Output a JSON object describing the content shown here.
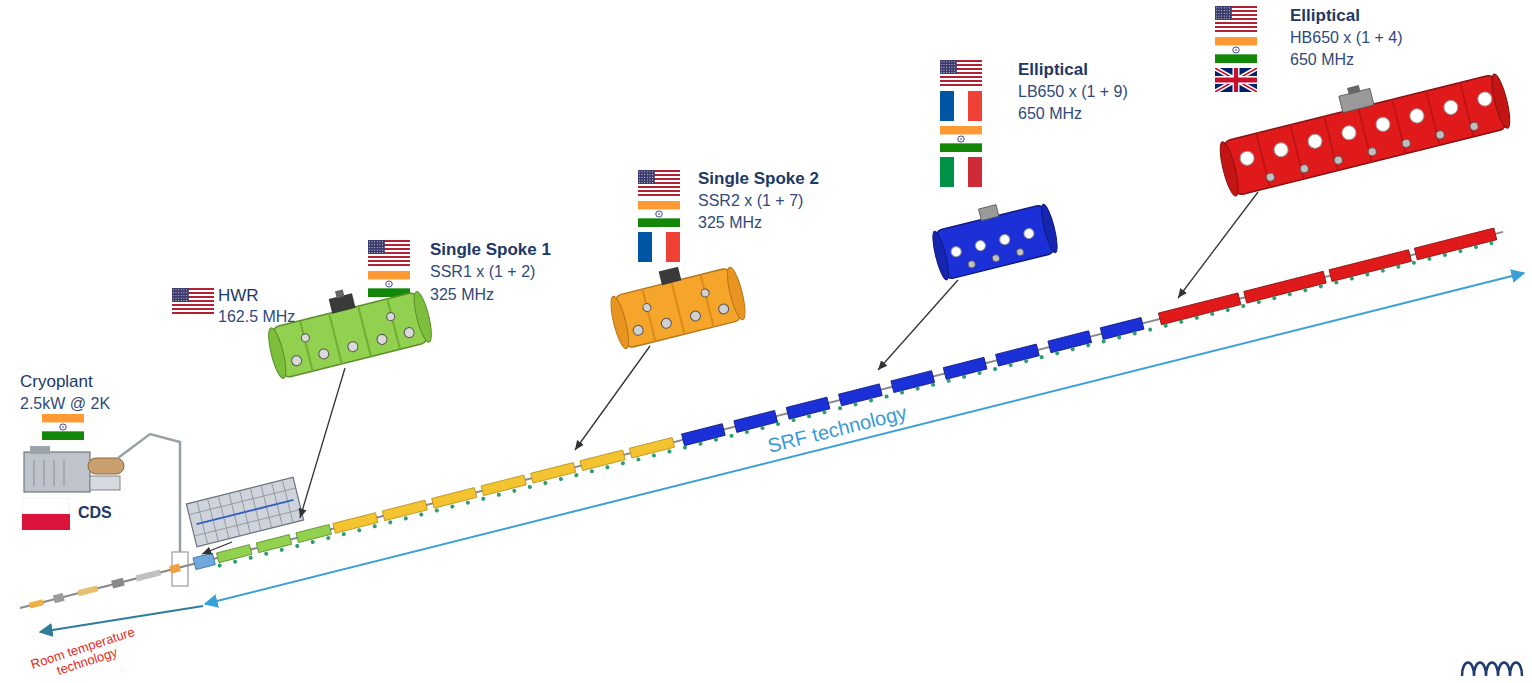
{
  "diagram": {
    "labels": [
      "Cryoplant",
      "2.5kW @ 2K",
      "CDS",
      "HWR",
      "162.5 MHz",
      "Single Spoke 1",
      "SSR1 x (1 + 2)",
      "325 MHz",
      "Single Spoke 2",
      "SSR2 x (1 + 7)",
      "325 MHz",
      "Elliptical",
      "LB650 x (1 + 9)",
      "650 MHz",
      "Elliptical",
      "HB650 x (1 + 4)",
      "650 MHz",
      "SRF technology",
      "Room temperature technology"
    ]
  }
}
